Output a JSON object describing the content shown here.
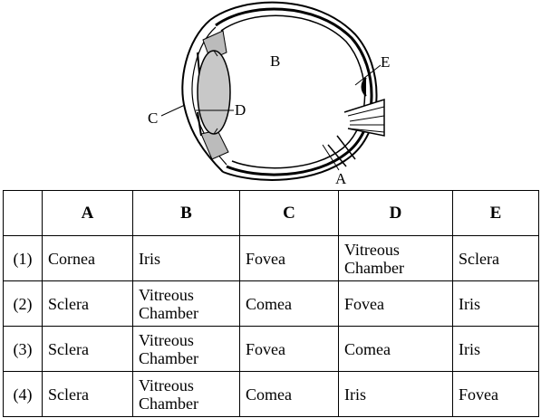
{
  "diagram": {
    "labels": {
      "A": "A",
      "B": "B",
      "C": "C",
      "D": "D",
      "E": "E"
    }
  },
  "table": {
    "headers": [
      "",
      "A",
      "B",
      "C",
      "D",
      "E"
    ],
    "rows": [
      [
        "(1)",
        "Cornea",
        "Iris",
        "Fovea",
        "Vitreous Chamber",
        "Sclera"
      ],
      [
        "(2)",
        "Sclera",
        "Vitreous Chamber",
        "Comea",
        "Fovea",
        "Iris"
      ],
      [
        "(3)",
        "Sclera",
        "Vitreous Chamber",
        "Fovea",
        "Comea",
        "Iris"
      ],
      [
        "(4)",
        "Sclera",
        "Vitreous Chamber",
        "Comea",
        "Iris",
        "Fovea"
      ]
    ]
  }
}
